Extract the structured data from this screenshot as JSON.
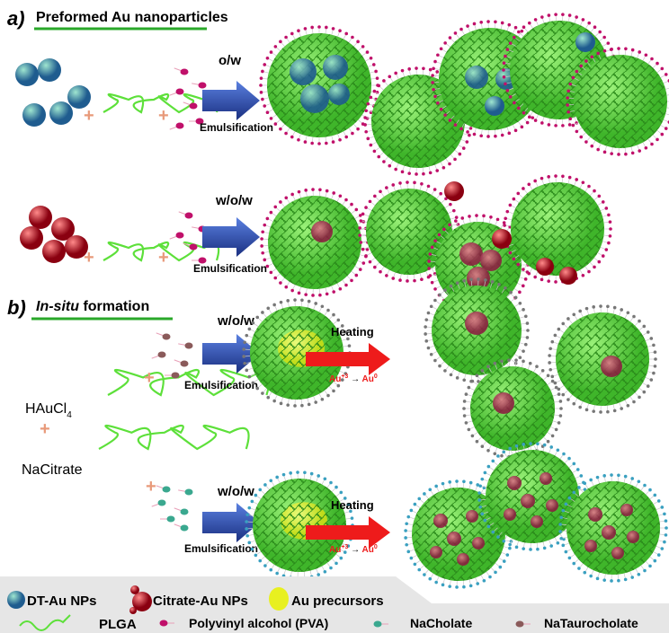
{
  "section_a": {
    "letter": "a)",
    "title": "Preformed Au nanoparticles"
  },
  "section_b": {
    "letter": "b)",
    "title_italic": "In-situ",
    "title_rest": " formation"
  },
  "labels": {
    "ow": "o/w",
    "wow": "w/o/w",
    "emulsification": "Emulsification",
    "heating": "Heating",
    "au3": "Au",
    "au3_sup": "+3",
    "au0": "Au",
    "au0_sup": "0",
    "haucl4": "HAuCl",
    "haucl4_sub": "4",
    "nacitrate": "NaCitrate"
  },
  "legend": {
    "dt_au": "DT-Au NPs",
    "citrate_au": "Citrate-Au NPs",
    "au_precursors": "Au precursors",
    "plga": "PLGA",
    "pva": "Polyvinyl alcohol (PVA)",
    "nacholate": "NaCholate",
    "nataurocholate": "NaTaurocholate"
  },
  "colors": {
    "green": "#5de03a",
    "teal": "#3aa88f",
    "red": "#d8202a",
    "pva": "#c0106a",
    "arrow_blue": "#2a4fb0",
    "arrow_red": "#ee1b1b",
    "yellow": "#e8f020",
    "legend_bg": "#e6e6e6"
  }
}
